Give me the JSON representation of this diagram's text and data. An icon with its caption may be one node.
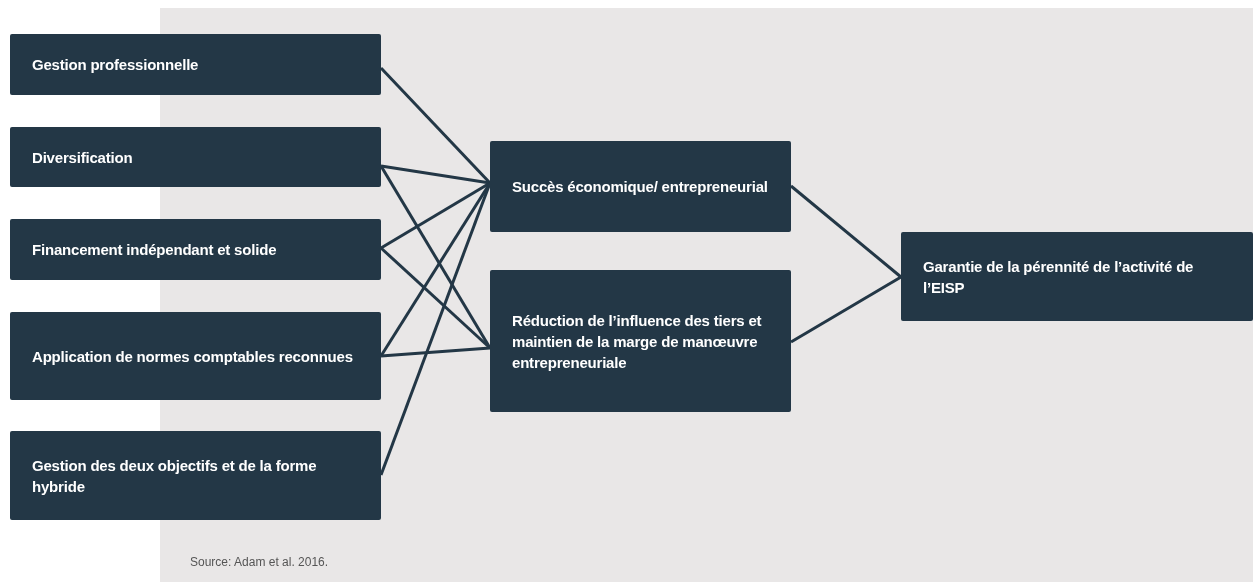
{
  "diagram": {
    "caption": "Source: Adam et al. 2016.",
    "nodes": [
      {
        "text": [
          "Gestion professionnelle"
        ]
      },
      {
        "text": [
          "Diversification"
        ]
      },
      {
        "text": [
          "Financement indépendant et solide"
        ]
      },
      {
        "text": [
          "Application de normes comptables reconnues"
        ]
      },
      {
        "text": [
          "Gestion des deux objectifs et de la forme hybride"
        ]
      },
      {
        "text": [
          "Succès économique/ entrepreneurial"
        ]
      },
      {
        "text": [
          "Réduction de l’influence des tiers et maintien de la marge de manœuvre entrepreneuriale"
        ]
      },
      {
        "text": [
          "Garantie de la pérennité de l’activité de l’EISP"
        ]
      }
    ],
    "edges": [
      {
        "from": 0,
        "to": 5,
        "arrow": "none"
      },
      {
        "from": 1,
        "to": 5,
        "arrow": "none"
      },
      {
        "from": 1,
        "to": 6,
        "arrow": "none"
      },
      {
        "from": 2,
        "to": 5,
        "arrow": "none"
      },
      {
        "from": 2,
        "to": 6,
        "arrow": "none"
      },
      {
        "from": 3,
        "to": 5,
        "arrow": "none"
      },
      {
        "from": 3,
        "to": 6,
        "arrow": "none"
      },
      {
        "from": 4,
        "to": 5,
        "arrow": "none"
      },
      {
        "from": 5,
        "to": 7,
        "arrow": "none"
      },
      {
        "from": 6,
        "to": 7,
        "arrow": "none"
      }
    ]
  }
}
